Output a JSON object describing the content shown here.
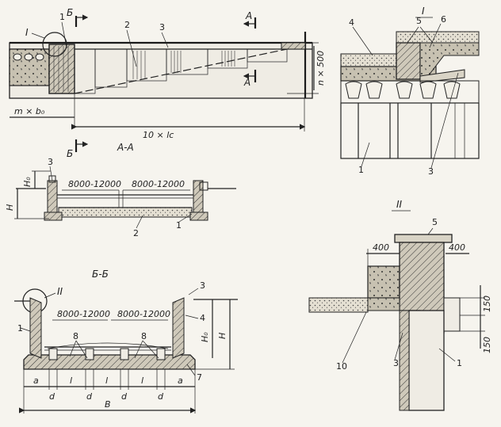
{
  "plan": {
    "section_marks": [
      "I",
      "Б",
      "Б",
      "A",
      "A"
    ],
    "callouts": [
      "1",
      "2",
      "3"
    ],
    "dims": {
      "height": "n × 500",
      "step": "m × b₀",
      "length": "10 × lc"
    }
  },
  "section_aa": {
    "title": "A-A",
    "spans": [
      "8000-12000",
      "8000-12000"
    ],
    "h0": "H₀",
    "h": "H",
    "callouts": [
      "3",
      "2",
      "1"
    ]
  },
  "section_bb": {
    "title": "Б-Б",
    "mark": "II",
    "spans": [
      "8000-12000",
      "8000-12000"
    ],
    "callouts": [
      "1",
      "3",
      "4",
      "8",
      "8",
      "7"
    ],
    "h0": "H₀",
    "h": "H",
    "bottom_dims": [
      "a",
      "d",
      "l",
      "d",
      "l",
      "d",
      "l",
      "d",
      "a"
    ],
    "total": "B"
  },
  "detail_1": {
    "title": "I",
    "callouts": [
      "4",
      "5",
      "6",
      "1",
      "3"
    ]
  },
  "detail_2": {
    "title": "II",
    "callouts": [
      "5",
      "10",
      "3",
      "1"
    ],
    "dims": {
      "left": "400",
      "right": "400",
      "upper": "150",
      "lower": "150"
    }
  }
}
